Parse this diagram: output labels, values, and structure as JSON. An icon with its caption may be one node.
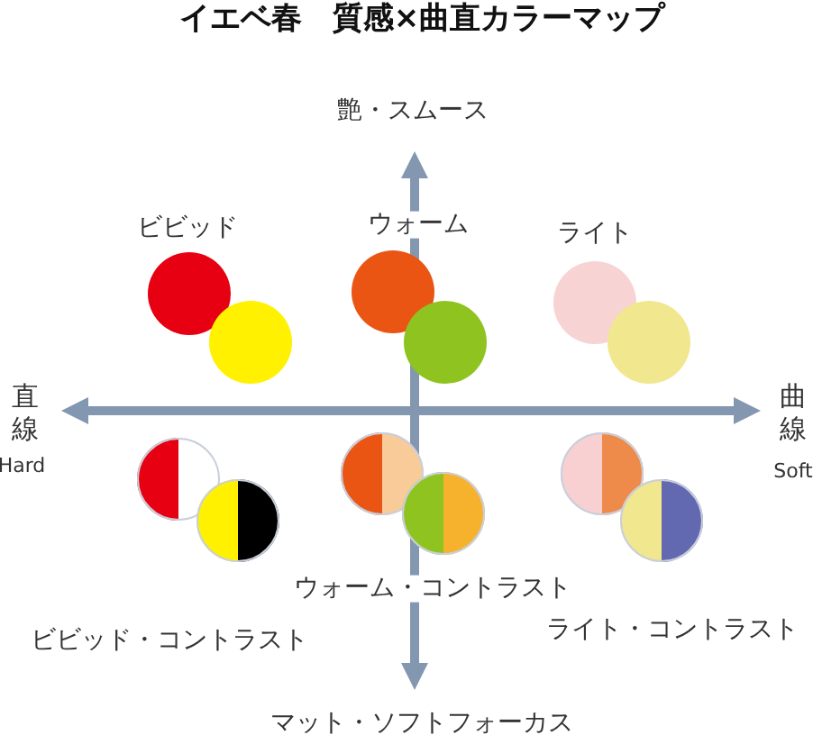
{
  "diagram": {
    "title": "イエベ春　質感×曲直カラーマップ",
    "labels": [
      "艶・スムース",
      "ビビッド",
      "ウォーム",
      "ライト",
      "直線",
      "曲線",
      "Hard",
      "Soft",
      "ウォーム・コントラスト",
      "ビビッド・コントラスト",
      "ライト・コントラスト",
      "マット・ソフトフォーカス"
    ]
  }
}
